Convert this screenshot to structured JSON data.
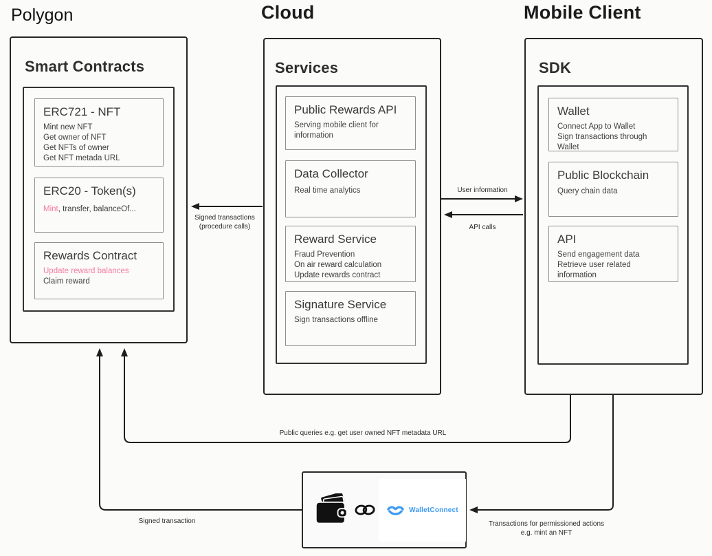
{
  "headers": {
    "left": "Polygon",
    "center": "Cloud",
    "right": "Mobile Client"
  },
  "colors": {
    "pink_accent": "#f47ba0",
    "walletconnect_blue": "#3e9af2",
    "line_black": "#1e1e1e"
  },
  "polygon": {
    "title": "Smart Contracts",
    "cards": [
      {
        "title": "ERC721 - NFT",
        "lines": [
          "Mint new NFT",
          "Get owner of NFT",
          "Get NFTs of owner",
          "Get NFT metada URL"
        ]
      },
      {
        "title": "ERC20 - Token(s)",
        "pink": "Mint",
        "rest": ", transfer, balanceOf..."
      },
      {
        "title": "Rewards Contract",
        "pink": "Update reward balances",
        "line": "Claim reward"
      }
    ]
  },
  "cloud": {
    "title": "Services",
    "cards": [
      {
        "title": "Public Rewards API",
        "lines": [
          "Serving mobile client for",
          "information"
        ]
      },
      {
        "title": "Data Collector",
        "lines": [
          "Real time analytics"
        ]
      },
      {
        "title": "Reward Service",
        "lines": [
          "Fraud Prevention",
          "On air reward calculation",
          "Update rewards contract"
        ]
      },
      {
        "title": "Signature Service",
        "lines": [
          "Sign transactions offline"
        ]
      }
    ]
  },
  "mobile": {
    "title": "SDK",
    "cards": [
      {
        "title": "Wallet",
        "lines": [
          "Connect App to Wallet",
          "Sign transactions through Wallet"
        ]
      },
      {
        "title": "Public Blockchain",
        "lines": [
          "Query chain data"
        ]
      },
      {
        "title": "API",
        "lines": [
          "Send engagement data",
          "Retrieve user related information"
        ]
      }
    ]
  },
  "arrows": {
    "signed_transactions_line1": "Signed transactions",
    "signed_transactions_line2": "(procedure calls)",
    "user_information": "User information",
    "api_calls": "API calls",
    "public_queries": "Public queries e.g. get user owned NFT metadata URL",
    "signed_transaction": "Signed transaction",
    "transactions_line1": "Transactions for permissioned actions",
    "transactions_line2": "e.g. mint an NFT"
  },
  "wallet_box": {
    "walletconnect": "WalletConnect"
  }
}
